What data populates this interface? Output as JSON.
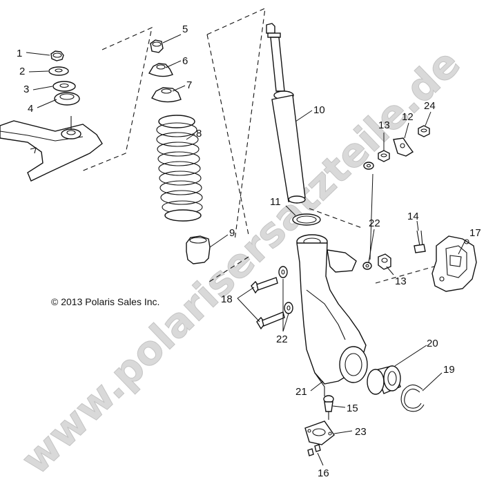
{
  "copyright": "© 2013 Polaris Sales Inc.",
  "watermark": "www.polarisersatzteile.de",
  "callouts": {
    "c1": "1",
    "c2": "2",
    "c3": "3",
    "c4": "4",
    "c5": "5",
    "c6": "6",
    "c7": "7",
    "c8": "8",
    "c9": "9",
    "c10": "10",
    "c11": "11",
    "c12": "12",
    "c13a": "13",
    "c13b": "13",
    "c14": "14",
    "c15": "15",
    "c16": "16",
    "c17": "17",
    "c18": "18",
    "c19": "19",
    "c20": "20",
    "c21": "21",
    "c22a": "22",
    "c22b": "22",
    "c23": "23",
    "c24": "24"
  }
}
